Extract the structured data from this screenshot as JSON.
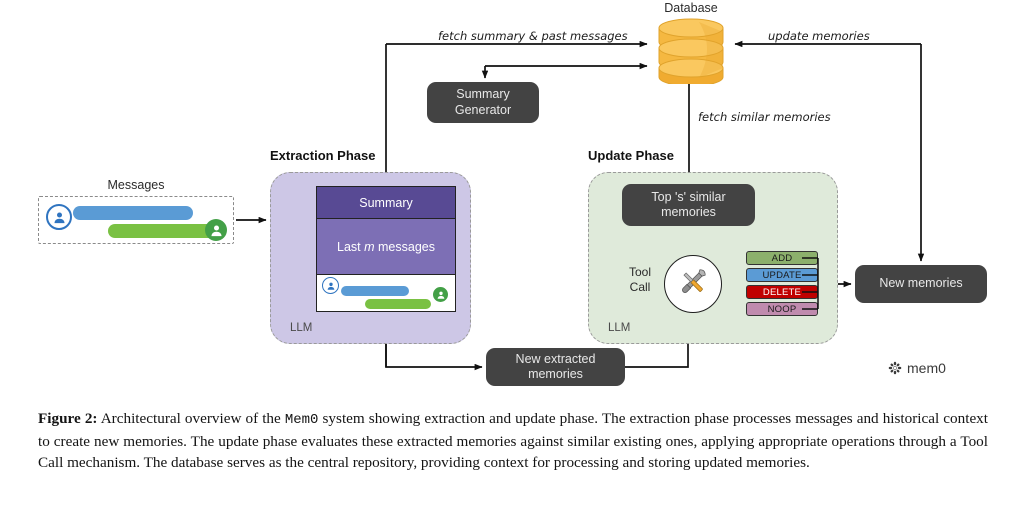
{
  "figure": {
    "messages": {
      "label": "Messages",
      "bubbles": [
        {
          "role": "user",
          "color": "#5a9bd5",
          "avatar_color": "#2f74c0"
        },
        {
          "role": "assistant",
          "color": "#7ac143",
          "avatar_color": "#43a047"
        }
      ]
    },
    "extraction_phase": {
      "title": "Extraction Phase",
      "llm_label": "LLM",
      "summary_band": "Summary",
      "last_m_prefix": "Last ",
      "last_m_var": "m",
      "last_m_suffix": " messages",
      "bg_color": "#cdc7e6",
      "summary_color": "#584a94",
      "last_m_color": "#7d6fb5"
    },
    "update_phase": {
      "title": "Update Phase",
      "llm_label": "LLM",
      "top_s_box": "Top 's' similar memories",
      "tool_call_label_line1": "Tool",
      "tool_call_label_line2": "Call",
      "bg_color": "#dfeada",
      "operations": [
        {
          "name": "ADD",
          "color": "#8cb06c"
        },
        {
          "name": "UPDATE",
          "color": "#5b9bd5"
        },
        {
          "name": "DELETE",
          "color": "#c00000"
        },
        {
          "name": "NOOP",
          "color": "#c08bae"
        }
      ]
    },
    "database": {
      "label": "Database",
      "color": "#f5b841"
    },
    "nodes": {
      "summary_generator": "Summary Generator",
      "new_extracted_memories": "New extracted memories",
      "new_memories": "New memories"
    },
    "edge_labels": {
      "fetch_summary": "fetch summary & past messages",
      "update_memories": "update memories",
      "fetch_similar": "fetch similar memories"
    },
    "logo": {
      "wordmark": "mem0"
    }
  },
  "caption": {
    "figure_label": "Figure 2:",
    "text_before_mono": " Architectural overview of the ",
    "mono_term": "Mem0",
    "text_after_mono": " system showing extraction and update phase. The extraction phase processes messages and historical context to create new memories. The update phase evaluates these extracted memories against similar existing ones, applying appropriate operations through a Tool Call mechanism. The database serves as the central repository, providing context for processing and storing updated memories."
  }
}
